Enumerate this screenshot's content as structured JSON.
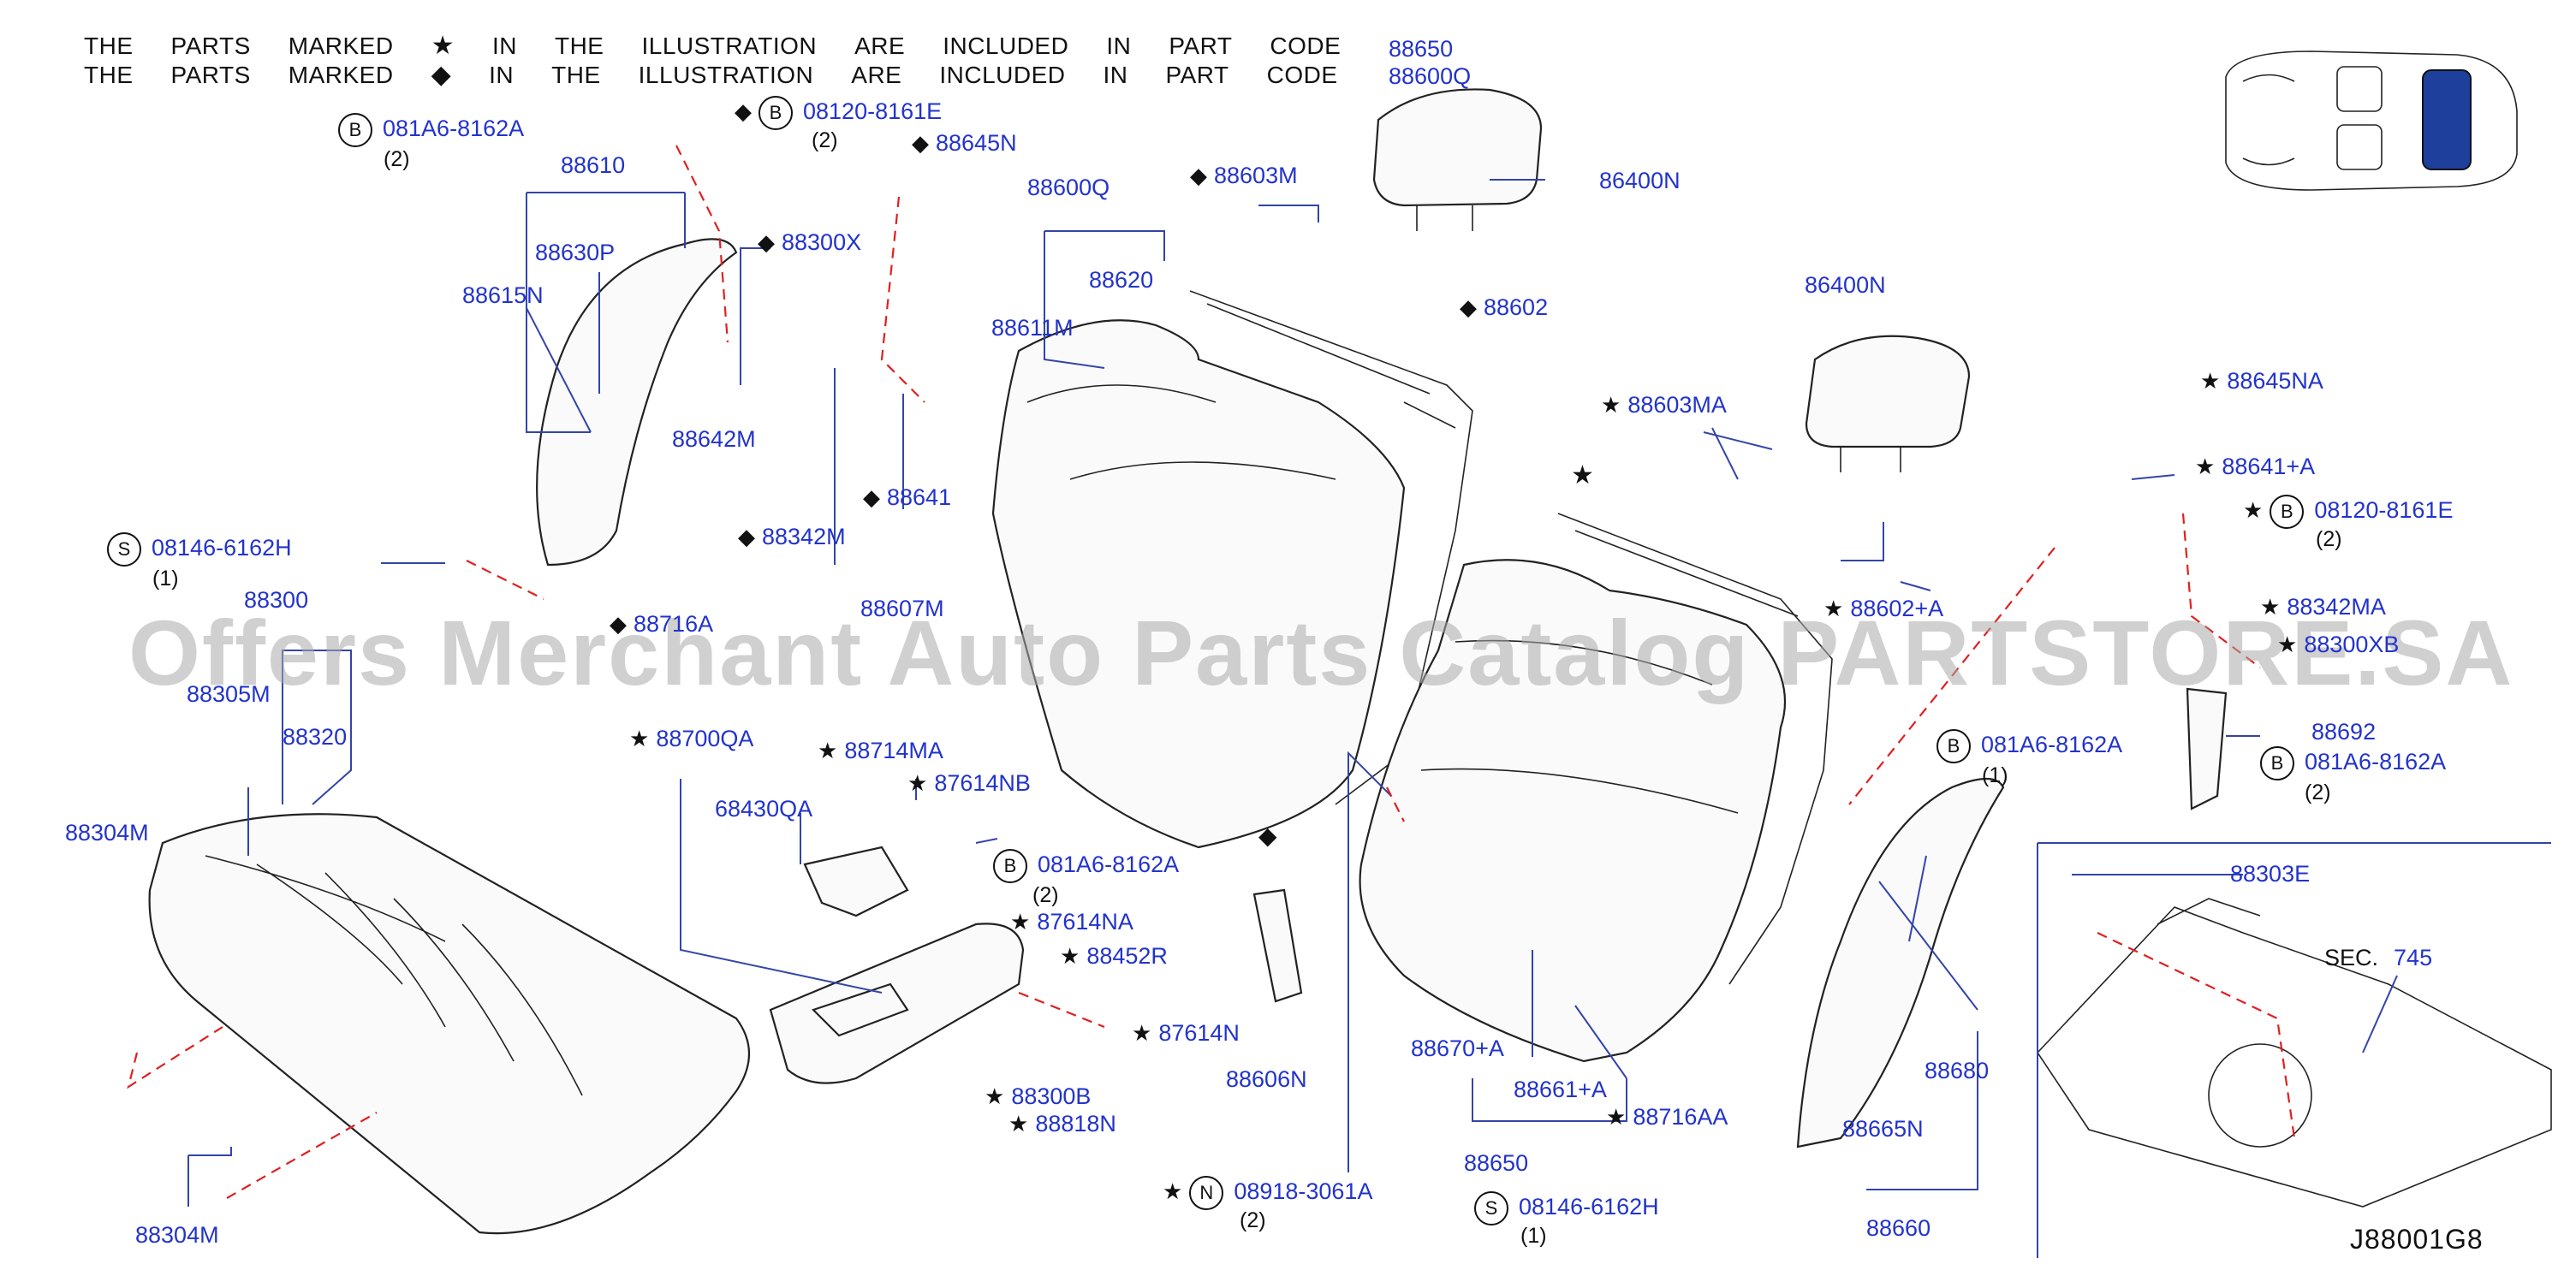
{
  "notes": {
    "star_line": [
      "THE",
      "PARTS",
      "MARKED",
      "★",
      "IN",
      "THE",
      "ILLUSTRATION",
      "ARE",
      "INCLUDED",
      "IN",
      "PART",
      "CODE"
    ],
    "diamond_line": [
      "THE",
      "PARTS",
      "MARKED",
      "◆",
      "IN",
      "THE",
      "ILLUSTRATION",
      "ARE",
      "INCLUDED",
      "IN",
      "PART",
      "CODE"
    ]
  },
  "watermark": "Offers Merchant Auto Parts Catalog PARTSTORE.SA",
  "diagram_code": "J88001G8",
  "section_ref": {
    "label": "SEC.",
    "number": "745"
  },
  "colors": {
    "label": "#2233cc",
    "leader": "#3344aa",
    "dashed": "#e02020",
    "car_highlight": "#1e3f9c"
  },
  "labels": [
    {
      "id": "l01",
      "marker": "",
      "circle": "B",
      "text": "081A6-8162A",
      "qty": "(2)"
    },
    {
      "id": "l02",
      "marker": "◆",
      "circle": "B",
      "text": "08120-8161E",
      "qty": "(2)"
    },
    {
      "id": "l03",
      "marker": "◆",
      "circle": "",
      "text": "88645N",
      "qty": ""
    },
    {
      "id": "l04",
      "marker": "",
      "circle": "",
      "text": "88610",
      "qty": ""
    },
    {
      "id": "l05",
      "marker": "",
      "circle": "",
      "text": "88630P",
      "qty": ""
    },
    {
      "id": "l06",
      "marker": "",
      "circle": "",
      "text": "88615N",
      "qty": ""
    },
    {
      "id": "l07",
      "marker": "◆",
      "circle": "",
      "text": "88300X",
      "qty": ""
    },
    {
      "id": "l08",
      "marker": "",
      "circle": "",
      "text": "88642M",
      "qty": ""
    },
    {
      "id": "l09",
      "marker": "◆",
      "circle": "",
      "text": "88641",
      "qty": ""
    },
    {
      "id": "l10",
      "marker": "◆",
      "circle": "",
      "text": "88342M",
      "qty": ""
    },
    {
      "id": "l11",
      "marker": "",
      "circle": "S",
      "text": "08146-6162H",
      "qty": "(1)"
    },
    {
      "id": "l12",
      "marker": "",
      "circle": "",
      "text": "88300",
      "qty": ""
    },
    {
      "id": "l13",
      "marker": "",
      "circle": "",
      "text": "88305M",
      "qty": ""
    },
    {
      "id": "l14",
      "marker": "",
      "circle": "",
      "text": "88320",
      "qty": ""
    },
    {
      "id": "l15",
      "marker": "",
      "circle": "",
      "text": "88304M",
      "qty": ""
    },
    {
      "id": "l16",
      "marker": "",
      "circle": "",
      "text": "88304M",
      "qty": ""
    },
    {
      "id": "l17",
      "marker": "◆",
      "circle": "",
      "text": "88716A",
      "qty": ""
    },
    {
      "id": "l18",
      "marker": "",
      "circle": "",
      "text": "88607M",
      "qty": ""
    },
    {
      "id": "l19",
      "marker": "",
      "circle": "",
      "text": "88650",
      "qty": ""
    },
    {
      "id": "l20",
      "marker": "",
      "circle": "",
      "text": "88600Q",
      "qty": ""
    },
    {
      "id": "l21",
      "marker": "",
      "circle": "",
      "text": "86400N",
      "qty": ""
    },
    {
      "id": "l22",
      "marker": "◆",
      "circle": "",
      "text": "88603M",
      "qty": ""
    },
    {
      "id": "l23",
      "marker": "",
      "circle": "",
      "text": "88600Q",
      "qty": ""
    },
    {
      "id": "l24",
      "marker": "",
      "circle": "",
      "text": "88620",
      "qty": ""
    },
    {
      "id": "l25",
      "marker": "",
      "circle": "",
      "text": "88611M",
      "qty": ""
    },
    {
      "id": "l26",
      "marker": "◆",
      "circle": "",
      "text": "88602",
      "qty": ""
    },
    {
      "id": "l27",
      "marker": "",
      "circle": "",
      "text": "86400N",
      "qty": ""
    },
    {
      "id": "l28",
      "marker": "★",
      "circle": "",
      "text": "88603MA",
      "qty": ""
    },
    {
      "id": "l29",
      "marker": "★",
      "circle": "",
      "text": "88645NA",
      "qty": ""
    },
    {
      "id": "l30",
      "marker": "★",
      "circle": "",
      "text": "88641+A",
      "qty": ""
    },
    {
      "id": "l31",
      "marker": "★",
      "circle": "B",
      "text": "08120-8161E",
      "qty": "(2)"
    },
    {
      "id": "l32",
      "marker": "★",
      "circle": "",
      "text": "88602+A",
      "qty": ""
    },
    {
      "id": "l33",
      "marker": "★",
      "circle": "",
      "text": "88342MA",
      "qty": ""
    },
    {
      "id": "l34",
      "marker": "★",
      "circle": "",
      "text": "88300XB",
      "qty": ""
    },
    {
      "id": "l35",
      "marker": "",
      "circle": "",
      "text": "88692",
      "qty": ""
    },
    {
      "id": "l36",
      "marker": "",
      "circle": "B",
      "text": "081A6-8162A",
      "qty": "(1)"
    },
    {
      "id": "l37",
      "marker": "",
      "circle": "B",
      "text": "081A6-8162A",
      "qty": "(2)"
    },
    {
      "id": "l38",
      "marker": "★",
      "circle": "",
      "text": "88700QA",
      "qty": ""
    },
    {
      "id": "l39",
      "marker": "★",
      "circle": "",
      "text": "88714MA",
      "qty": ""
    },
    {
      "id": "l40",
      "marker": "★",
      "circle": "",
      "text": "87614NB",
      "qty": ""
    },
    {
      "id": "l41",
      "marker": "",
      "circle": "",
      "text": "68430QA",
      "qty": ""
    },
    {
      "id": "l42",
      "marker": "",
      "circle": "B",
      "text": "081A6-8162A",
      "qty": "(2)"
    },
    {
      "id": "l43",
      "marker": "★",
      "circle": "",
      "text": "87614NA",
      "qty": ""
    },
    {
      "id": "l44",
      "marker": "★",
      "circle": "",
      "text": "88452R",
      "qty": ""
    },
    {
      "id": "l45",
      "marker": "★",
      "circle": "",
      "text": "87614N",
      "qty": ""
    },
    {
      "id": "l46",
      "marker": "★",
      "circle": "",
      "text": "88300B",
      "qty": ""
    },
    {
      "id": "l47",
      "marker": "★",
      "circle": "",
      "text": "88818N",
      "qty": ""
    },
    {
      "id": "l48",
      "marker": "",
      "circle": "",
      "text": "88606N",
      "qty": ""
    },
    {
      "id": "l49",
      "marker": "★",
      "circle": "N",
      "text": "08918-3061A",
      "qty": "(2)"
    },
    {
      "id": "l50",
      "marker": "",
      "circle": "",
      "text": "88670+A",
      "qty": ""
    },
    {
      "id": "l51",
      "marker": "",
      "circle": "",
      "text": "88661+A",
      "qty": ""
    },
    {
      "id": "l52",
      "marker": "",
      "circle": "",
      "text": "88650",
      "qty": ""
    },
    {
      "id": "l53",
      "marker": "★",
      "circle": "",
      "text": "88716AA",
      "qty": ""
    },
    {
      "id": "l54",
      "marker": "",
      "circle": "S",
      "text": "08146-6162H",
      "qty": "(1)"
    },
    {
      "id": "l55",
      "marker": "",
      "circle": "",
      "text": "88680",
      "qty": ""
    },
    {
      "id": "l56",
      "marker": "",
      "circle": "",
      "text": "88665N",
      "qty": ""
    },
    {
      "id": "l57",
      "marker": "",
      "circle": "",
      "text": "88660",
      "qty": ""
    },
    {
      "id": "l58",
      "marker": "",
      "circle": "",
      "text": "88303E",
      "qty": ""
    }
  ]
}
